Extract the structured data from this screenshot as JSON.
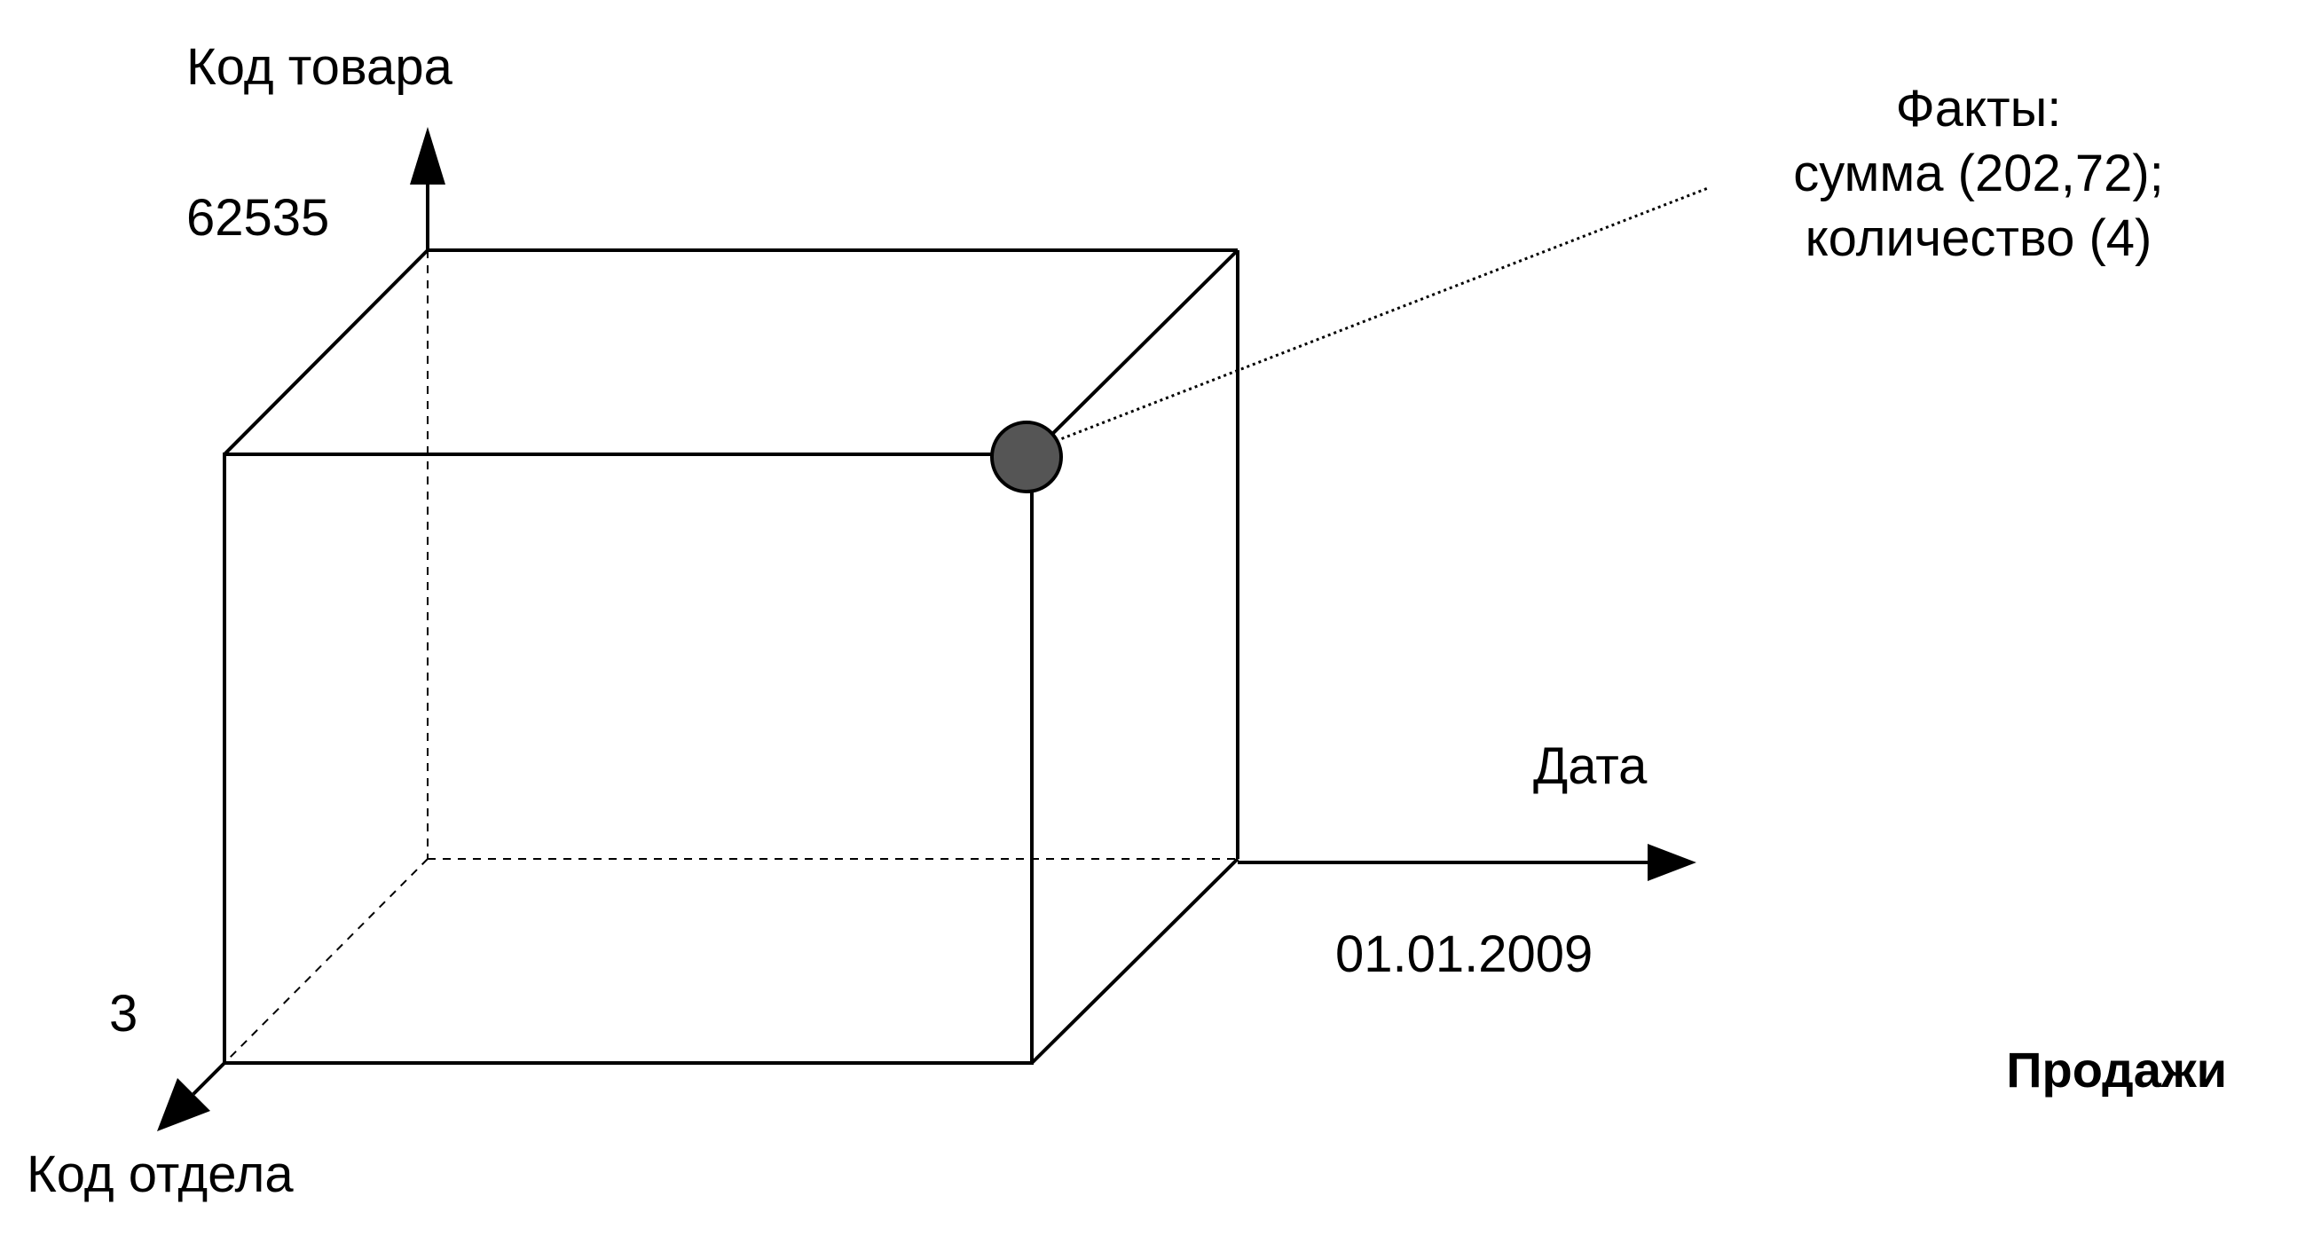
{
  "title": "Продажи",
  "axes": {
    "product": {
      "label": "Код товара",
      "value": "62535"
    },
    "date": {
      "label": "Дата",
      "value": "01.01.2009"
    },
    "department": {
      "label": "Код отдела",
      "value": "3"
    }
  },
  "facts": {
    "header": "Факты:",
    "sum": "сумма (202,72);",
    "quantity": "количество (4)"
  },
  "colors": {
    "line": "#000000",
    "fact_point": "#555555",
    "background": "#ffffff"
  }
}
